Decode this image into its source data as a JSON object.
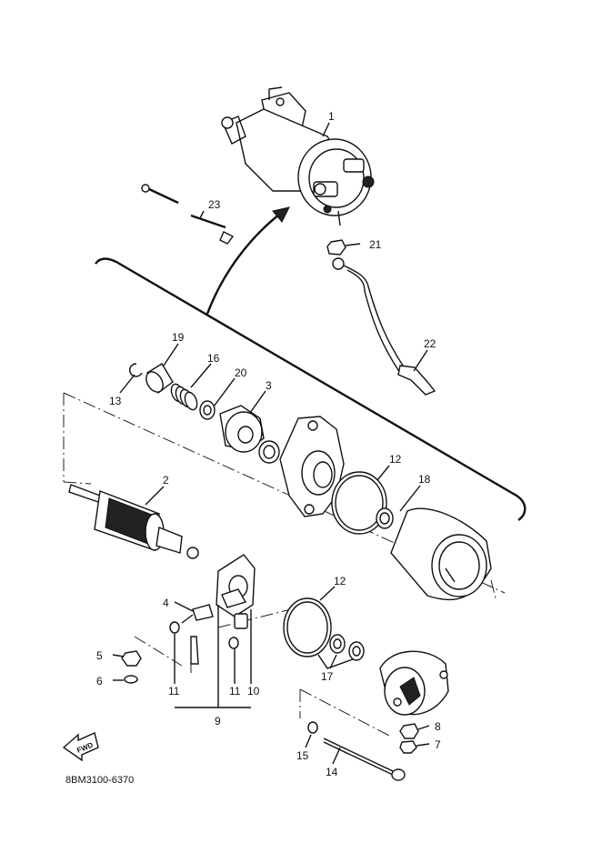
{
  "diagram": {
    "part_labels": {
      "p1": "1",
      "p2": "2",
      "p3": "3",
      "p4": "4",
      "p5": "5",
      "p6": "6",
      "p7": "7",
      "p8": "8",
      "p9": "9",
      "p10": "10",
      "p11a": "11",
      "p11b": "11",
      "p12a": "12",
      "p12b": "12",
      "p13": "13",
      "p14": "14",
      "p15": "15",
      "p16": "16",
      "p17": "17",
      "p18": "18",
      "p19": "19",
      "p20": "20",
      "p21": "21",
      "p22": "22",
      "p23": "23"
    },
    "fwd_label": "FWD",
    "drawing_code": "8BM3100-6370"
  }
}
